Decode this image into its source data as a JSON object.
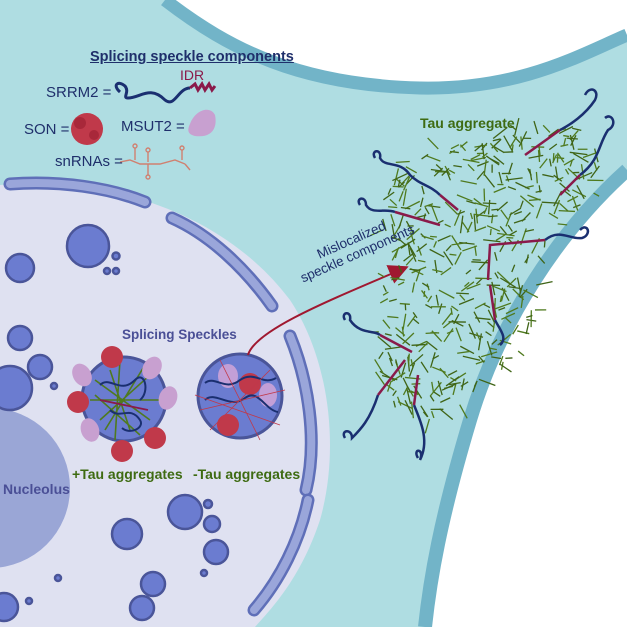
{
  "figure": {
    "legend": {
      "title": "Splicing speckle components",
      "items": [
        {
          "label": "SRRM2 =",
          "glyph": "srrm2-coil-with-idr-icon"
        },
        {
          "label": "SON =",
          "glyph": "son-protein-blob-icon"
        },
        {
          "label": "MSUT2 =",
          "glyph": "msut2-protein-bean-icon"
        },
        {
          "label": "snRNAs =",
          "glyph": "snrna-hairpin-icon"
        }
      ],
      "idr_label": "IDR"
    },
    "labels": {
      "tau_aggregate": "Tau aggregate",
      "mislocalized_line1": "Mislocalized",
      "mislocalized_line2": "speckle components",
      "splicing_speckles": "Splicing Speckles",
      "plus_tau": "+Tau aggregates",
      "minus_tau": "-Tau aggregates",
      "nucleolus": "Nucleolus"
    },
    "colors": {
      "cytoplasm": "#afdde2",
      "membrane": "#72b4c8",
      "nucleoplasm": "#dfe1f1",
      "nuclear_envelope": "#9aa6da",
      "envelope_stroke": "#5f6fb8",
      "speckle_fill": "#6b7cd0",
      "speckle_stroke": "#4a5599",
      "nucleolus": "#9aa6d6",
      "tau_green": "#4f7a1e",
      "srrm2_blue": "#1a2f70",
      "idr_magenta": "#8a1a4a",
      "son_red": "#c0394a",
      "msut2_lilac": "#c8a0d0",
      "arrow_red": "#a01830"
    }
  }
}
